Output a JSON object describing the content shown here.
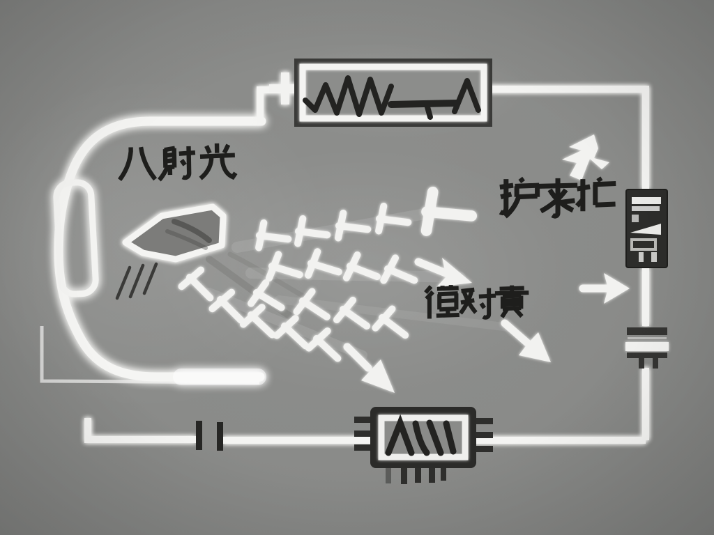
{
  "diagram": {
    "type": "physics-circuit-photoelectric-effect",
    "background_color": "#8a8b89",
    "wire_color": "#f3f3f1",
    "ink_color": "#1e1e1c",
    "labels": {
      "incident_light": "八射光",
      "right_upper": "护夺忙",
      "right_lower": "循对贲"
    },
    "components": [
      {
        "name": "vacuum-photocell-tube"
      },
      {
        "name": "cathode-plate"
      },
      {
        "name": "rheostat-resistor-box"
      },
      {
        "name": "plus-terminal"
      },
      {
        "name": "galvanometer-striped-box"
      },
      {
        "name": "capacitor"
      },
      {
        "name": "battery-cell-bars"
      },
      {
        "name": "ic-chip-battery"
      },
      {
        "name": "electron-beam-arrows"
      }
    ]
  }
}
